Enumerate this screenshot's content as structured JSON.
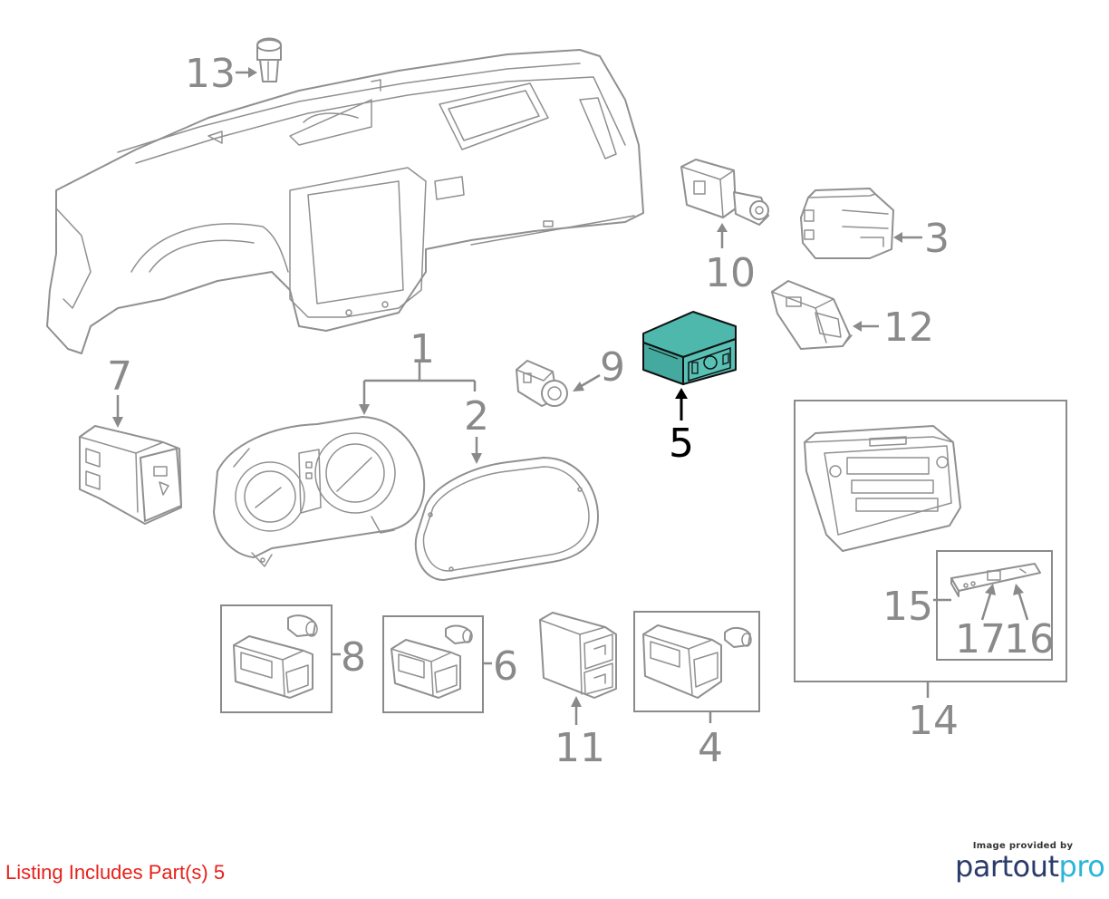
{
  "diagram": {
    "callouts": {
      "c1": "1",
      "c2": "2",
      "c3": "3",
      "c4": "4",
      "c5": "5",
      "c6": "6",
      "c7": "7",
      "c8": "8",
      "c9": "9",
      "c10": "10",
      "c11": "11",
      "c12": "12",
      "c13": "13",
      "c14": "14",
      "c15": "15",
      "c16": "16",
      "c17": "17"
    },
    "highlighted_part": "5",
    "highlight_color": "#4fb8ad",
    "line_color": "#909090"
  },
  "footer": {
    "listing_note": "Listing Includes Part(s) 5",
    "credit_line": "Image provided by",
    "brand_main": "partout",
    "brand_accent": "pro",
    "note_color": "#e8201a",
    "brand_color": "#2a3a6a",
    "brand_accent_color": "#2bb5d8"
  }
}
